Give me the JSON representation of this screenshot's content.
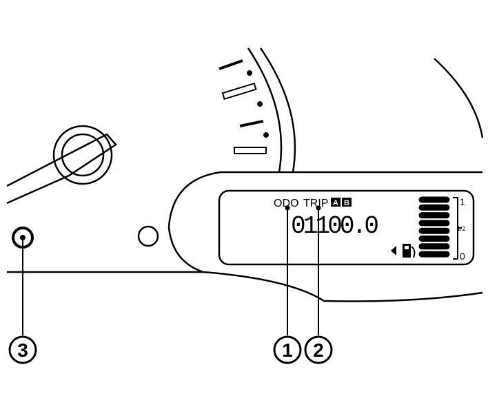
{
  "display": {
    "odo_label": "ODO",
    "trip_label": "TRIP",
    "trip_a": "A",
    "trip_b": "B",
    "odometer_value": "01100.0"
  },
  "fuel_gauge": {
    "full_label": "1",
    "half_label": "1/2",
    "empty_label": "0",
    "bars_total": 8,
    "bars_lit": 8,
    "icon": "fuel-pump-icon"
  },
  "callouts": [
    "1",
    "2",
    "3"
  ]
}
